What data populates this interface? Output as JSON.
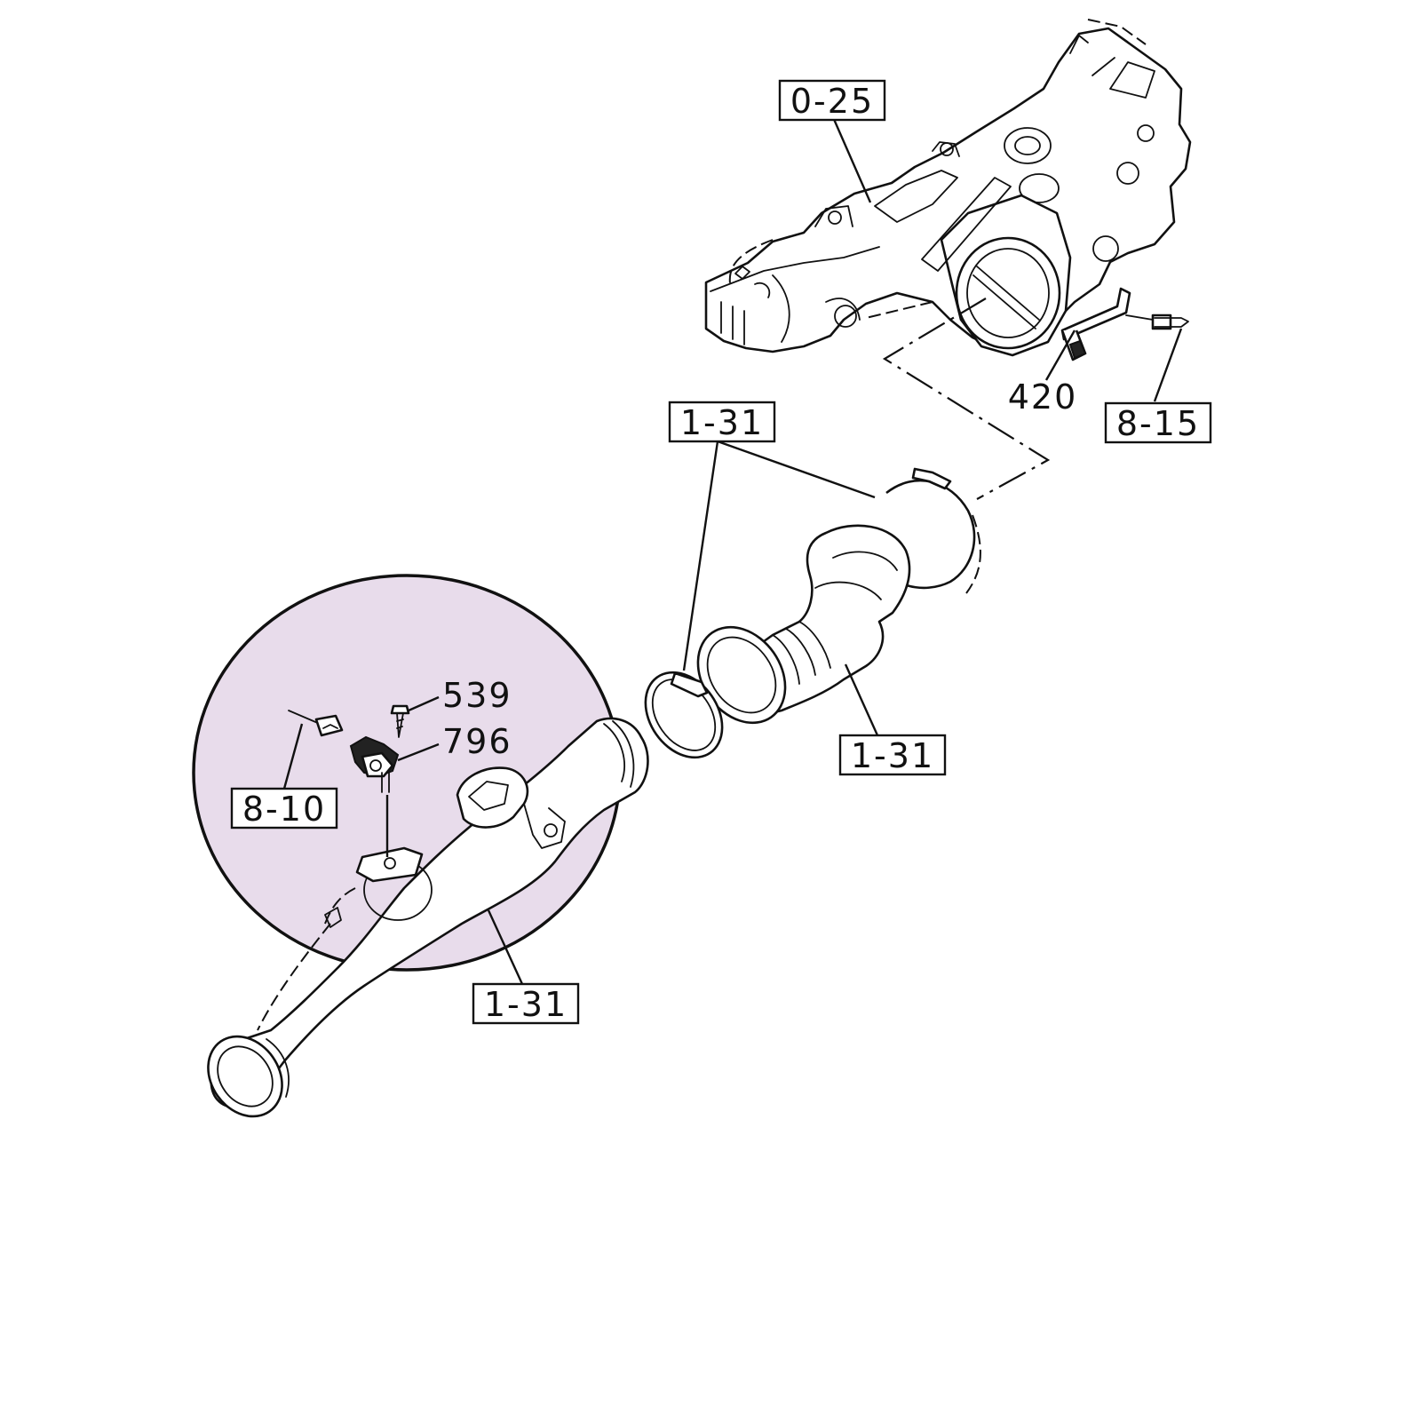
{
  "highlight": {
    "fill": "#e8dceb",
    "stroke": "#111111"
  },
  "labels": {
    "manifold_ref": "0-25",
    "bracket": "420",
    "bolt_ref": "8-15",
    "hose_upper_ref": "1-31",
    "hose_middle_ref": "1-31",
    "pipe_ref": "1-31",
    "screw": "539",
    "sensor": "796",
    "connector_ref": "8-10"
  }
}
